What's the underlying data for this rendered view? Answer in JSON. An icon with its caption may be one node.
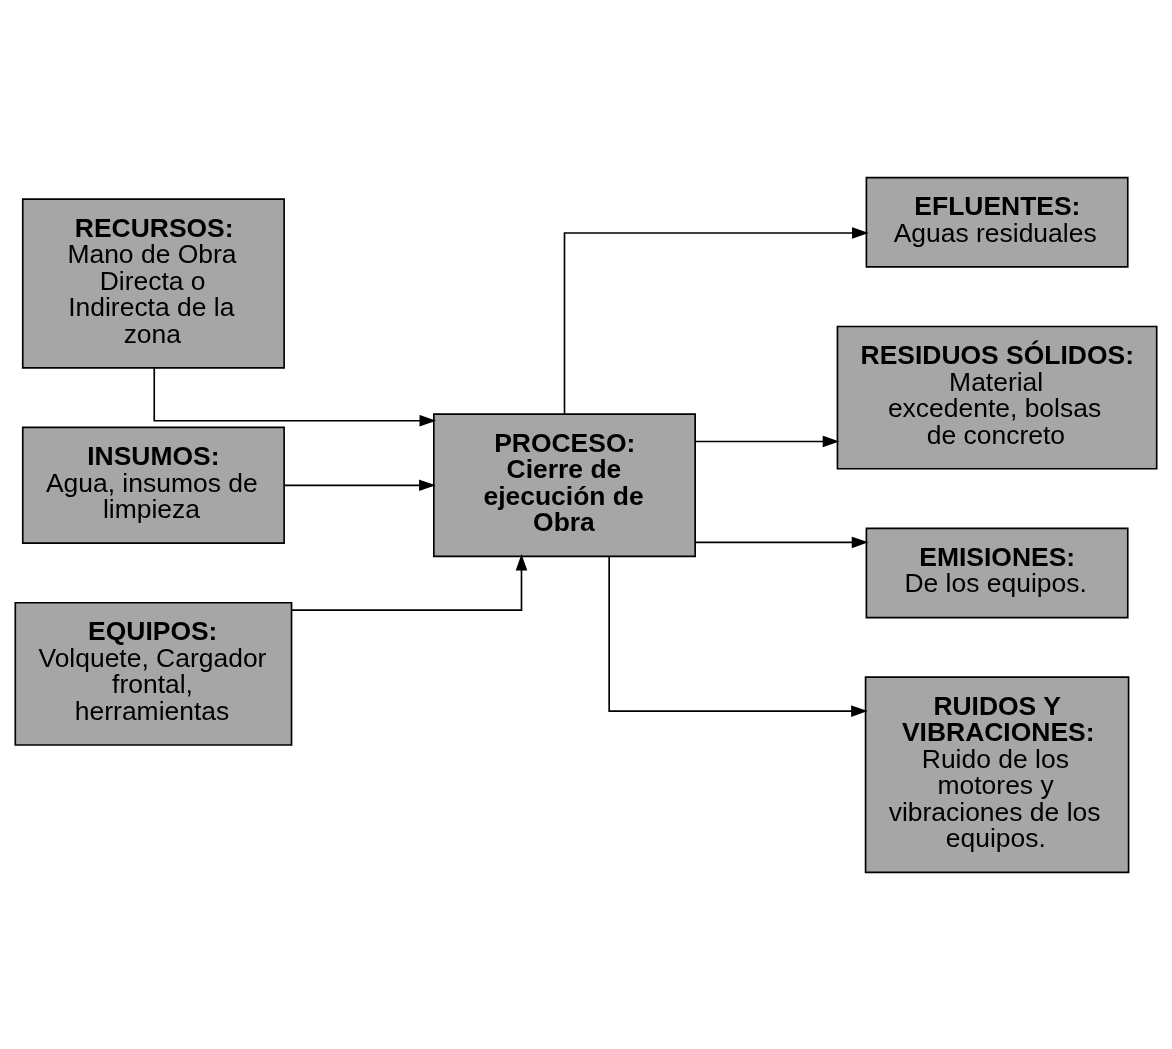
{
  "diagram": {
    "nodes": [
      {
        "text": [
          "RECURSOS:",
          "Mano de Obra Directa o Indirecta de la zona"
        ]
      },
      {
        "text": [
          "INSUMOS:",
          "Agua, insumos de limpieza"
        ]
      },
      {
        "text": [
          "EQUIPOS:",
          "Volquete, Cargador frontal, herramientas"
        ]
      },
      {
        "text": [
          "PROCESO:",
          "Cierre de ejecución de Obra"
        ]
      },
      {
        "text": [
          "EFLUENTES:",
          "Aguas residuales"
        ]
      },
      {
        "text": [
          "RESIDUOS SÓLIDOS:",
          "Material excedente, bolsas de concreto"
        ]
      },
      {
        "text": [
          "EMISIONES:",
          "De los equipos."
        ]
      },
      {
        "text": [
          "RUIDOS Y VIBRACIONES:",
          "Ruido de los motores y vibraciones de los equipos."
        ]
      }
    ],
    "edges": [
      {
        "from": 0,
        "to": 3,
        "arrow": "to"
      },
      {
        "from": 1,
        "to": 3,
        "arrow": "to"
      },
      {
        "from": 2,
        "to": 3,
        "arrow": "to"
      },
      {
        "from": 3,
        "to": 4,
        "arrow": "to"
      },
      {
        "from": 3,
        "to": 5,
        "arrow": "to"
      },
      {
        "from": 3,
        "to": 6,
        "arrow": "to"
      },
      {
        "from": 3,
        "to": 7,
        "arrow": "to"
      }
    ]
  }
}
